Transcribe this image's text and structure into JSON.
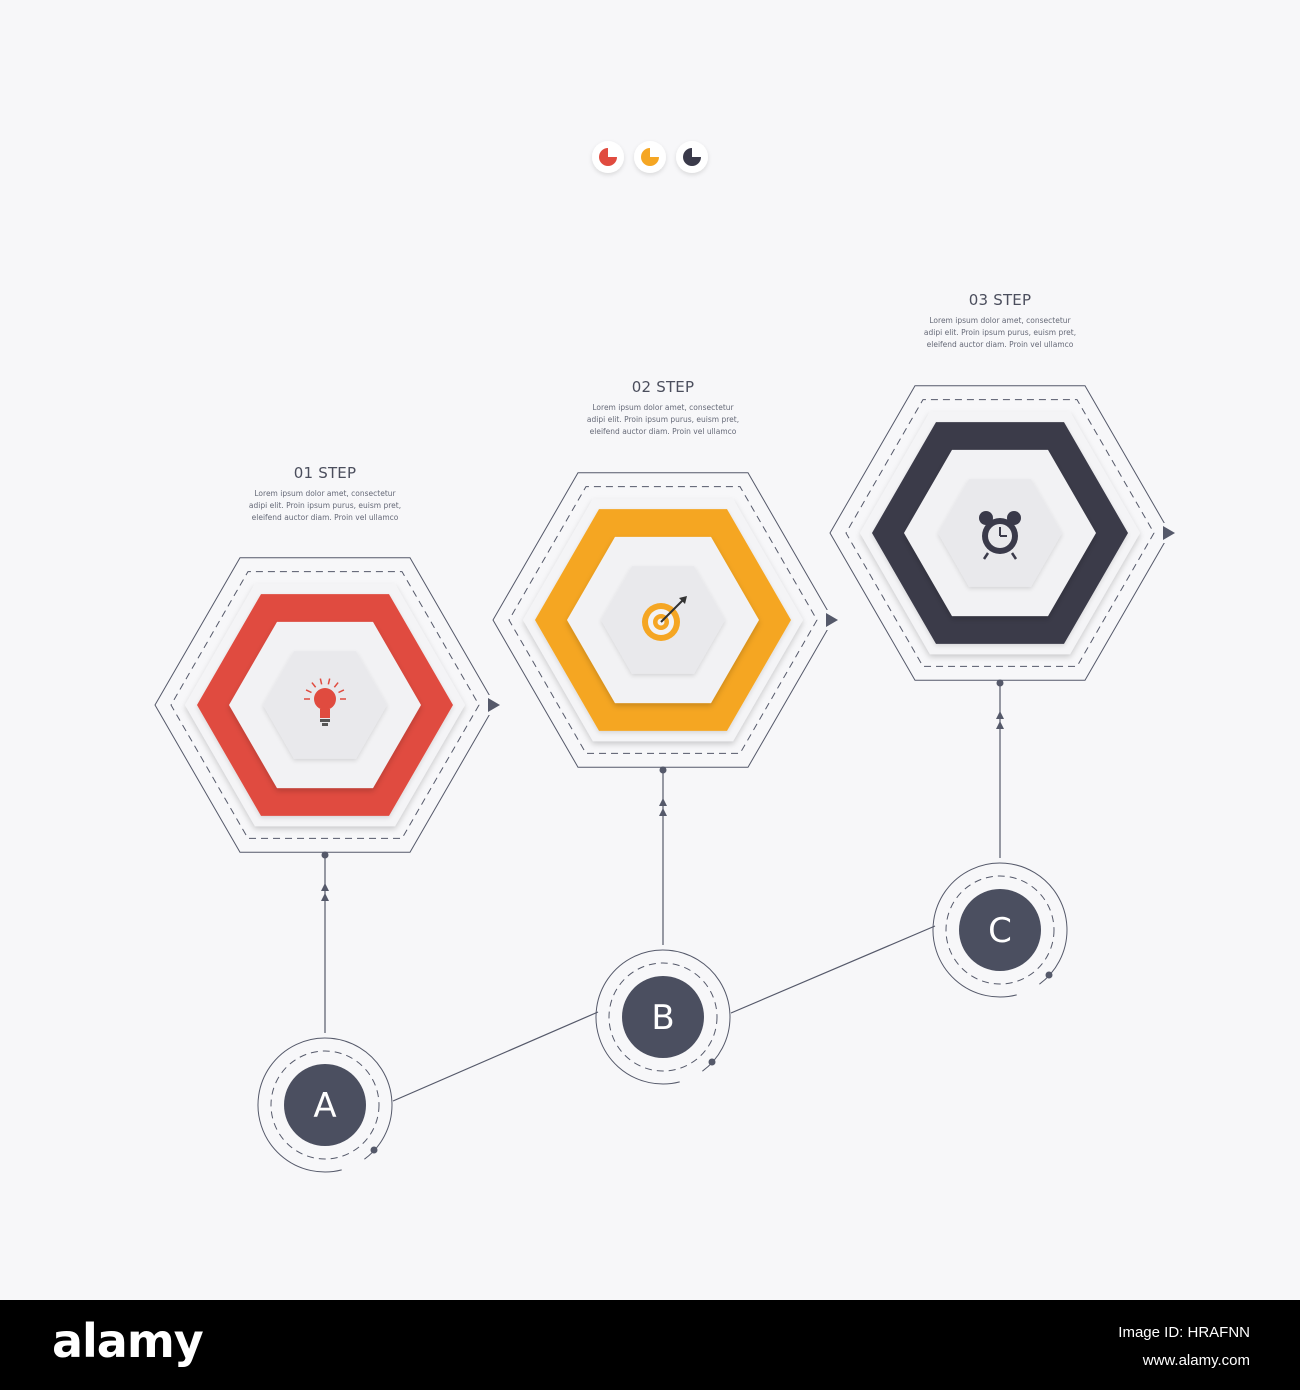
{
  "steps": [
    {
      "id": "step-01",
      "title": "01 STEP",
      "desc_lines": [
        "Lorem ipsum dolor amet, consectetur",
        "adipi elit. Proin ipsum purus, euism pret,",
        "eleifend auctor diam. Proin vel ullamco"
      ],
      "color": "#e04b3f",
      "icon": "lightbulb-icon",
      "marker": "A"
    },
    {
      "id": "step-02",
      "title": "02 STEP",
      "desc_lines": [
        "Lorem ipsum dolor amet, consectetur",
        "adipi elit. Proin ipsum purus, euism pret,",
        "eleifend auctor diam. Proin vel ullamco"
      ],
      "color": "#f5a623",
      "icon": "target-icon",
      "marker": "B"
    },
    {
      "id": "step-03",
      "title": "03 STEP",
      "desc_lines": [
        "Lorem ipsum dolor amet, consectetur",
        "adipi elit. Proin ipsum purus, euism pret,",
        "eleifend auctor diam. Proin vel ullamco"
      ],
      "color": "#3a3a4a",
      "icon": "alarm-clock-icon",
      "marker": "C"
    }
  ],
  "palette": [
    "#e04b3f",
    "#f5a623",
    "#3a3a4a"
  ],
  "line_color": "#55596a",
  "marker_fill": "#4b4f60",
  "footer": {
    "logo": "alamy",
    "image_id": "Image ID: HRAFNN",
    "url": "www.alamy.com"
  }
}
